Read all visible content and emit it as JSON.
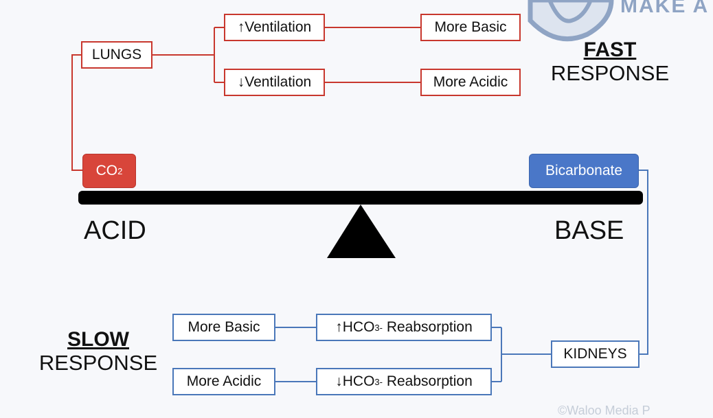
{
  "logo": {
    "text": "MAKE A"
  },
  "watermark": {
    "text": "©Waloo Media P"
  },
  "fast": {
    "title": "FAST",
    "subtitle": "RESPONSE"
  },
  "slow": {
    "title": "SLOW",
    "subtitle": "RESPONSE"
  },
  "lungs": {
    "label": "LUNGS",
    "up_ventilation": "↑Ventilation",
    "down_ventilation": "↓Ventilation",
    "more_basic": "More Basic",
    "more_acidic": "More Acidic"
  },
  "co2": {
    "base": "CO",
    "sub": "2"
  },
  "bicarbonate": "Bicarbonate",
  "acid": "ACID",
  "base": "BASE",
  "kidneys": {
    "label": "KIDNEYS",
    "up_prefix": "↑HCO",
    "down_prefix": "↓HCO",
    "sub": "3",
    "sup": "-",
    "suffix": " Reabsorption",
    "more_basic": "More Basic",
    "more_acidic": "More Acidic"
  },
  "colors": {
    "acid": "#d8453a",
    "base": "#4a77c8",
    "acid_line": "#c8372d",
    "base_line": "#4a77b9"
  }
}
